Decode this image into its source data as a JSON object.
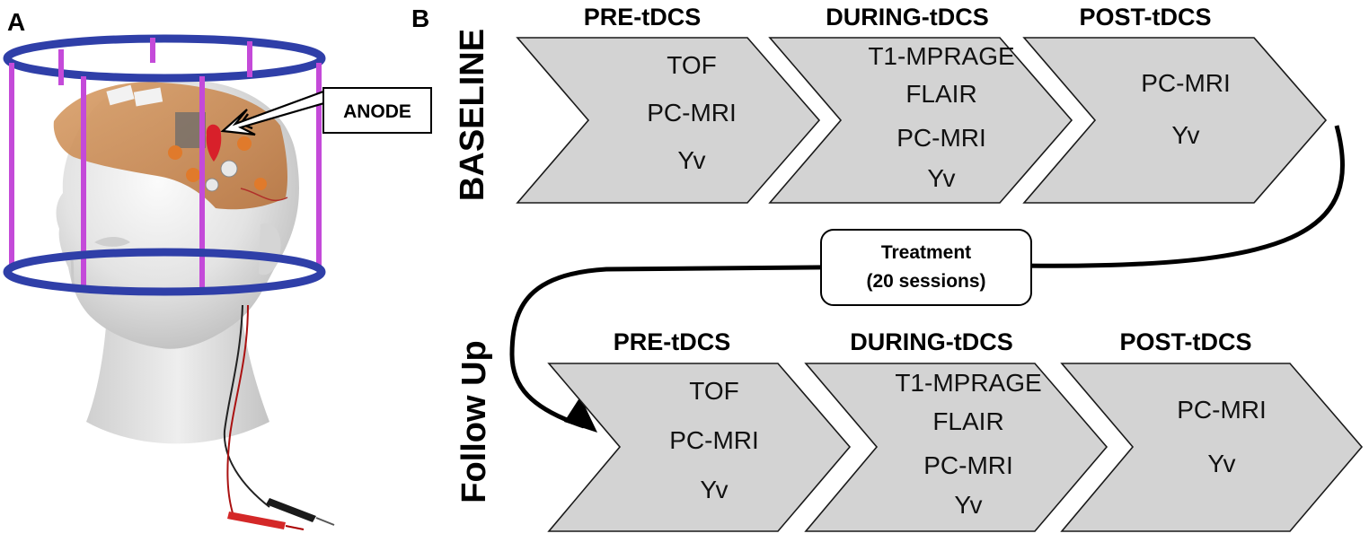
{
  "panel_a": {
    "letter": "A",
    "anode_label": "ANODE"
  },
  "panel_b": {
    "letter": "B",
    "treatment": {
      "line1": "Treatment",
      "line2": "(20 sessions)"
    },
    "rows": [
      {
        "label": "BASELINE",
        "phases": [
          {
            "title": "PRE-tDCS",
            "items": [
              "TOF",
              "PC-MRI",
              "Yv"
            ]
          },
          {
            "title": "DURING-tDCS",
            "items": [
              "T1-MPRAGE",
              "FLAIR",
              "PC-MRI",
              "Yv"
            ]
          },
          {
            "title": "POST-tDCS",
            "items": [
              "PC-MRI",
              "Yv"
            ]
          }
        ]
      },
      {
        "label": "Follow Up",
        "phases": [
          {
            "title": "PRE-tDCS",
            "items": [
              "TOF",
              "PC-MRI",
              "Yv"
            ]
          },
          {
            "title": "DURING-tDCS",
            "items": [
              "T1-MPRAGE",
              "FLAIR",
              "PC-MRI",
              "Yv"
            ]
          },
          {
            "title": "POST-tDCS",
            "items": [
              "PC-MRI",
              "Yv"
            ]
          }
        ]
      }
    ]
  },
  "colors": {
    "ring": "#2f3fa8",
    "rod": "#c44ad9",
    "chevron_fill": "#d3d3d3",
    "anode_electrode": "#d8202a",
    "cap": "#c98a52"
  }
}
